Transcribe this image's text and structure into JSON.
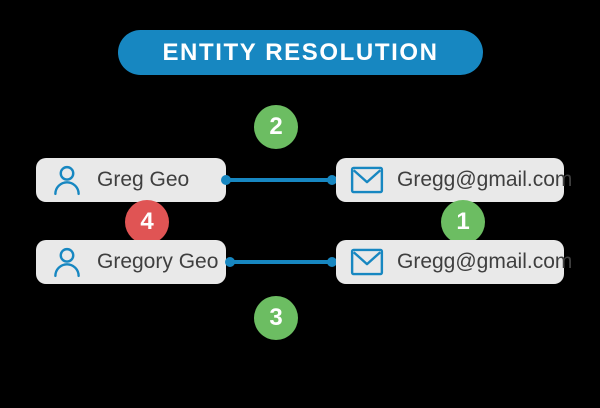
{
  "title": {
    "label": "ENTITY RESOLUTION"
  },
  "rows": [
    {
      "person": "Greg Geo",
      "email": "Gregg@gmail.com"
    },
    {
      "person": "Gregory Geo",
      "email": "Gregg@gmail.com"
    }
  ],
  "badges": {
    "top": {
      "number": "2",
      "color": "#6cbd62"
    },
    "left": {
      "number": "4",
      "color": "#e05454"
    },
    "right": {
      "number": "1",
      "color": "#6cbd62"
    },
    "bottom": {
      "number": "3",
      "color": "#6cbd62"
    }
  },
  "icons": {
    "person": "person-icon",
    "envelope": "envelope-icon"
  },
  "colors": {
    "accent_blue": "#1787c1",
    "step_green": "#6cbd62",
    "step_red": "#e05454",
    "card_bg": "#e9e9e9",
    "card_text": "#3f3f3f",
    "title_text": "#ffffff",
    "background": "#000000"
  }
}
